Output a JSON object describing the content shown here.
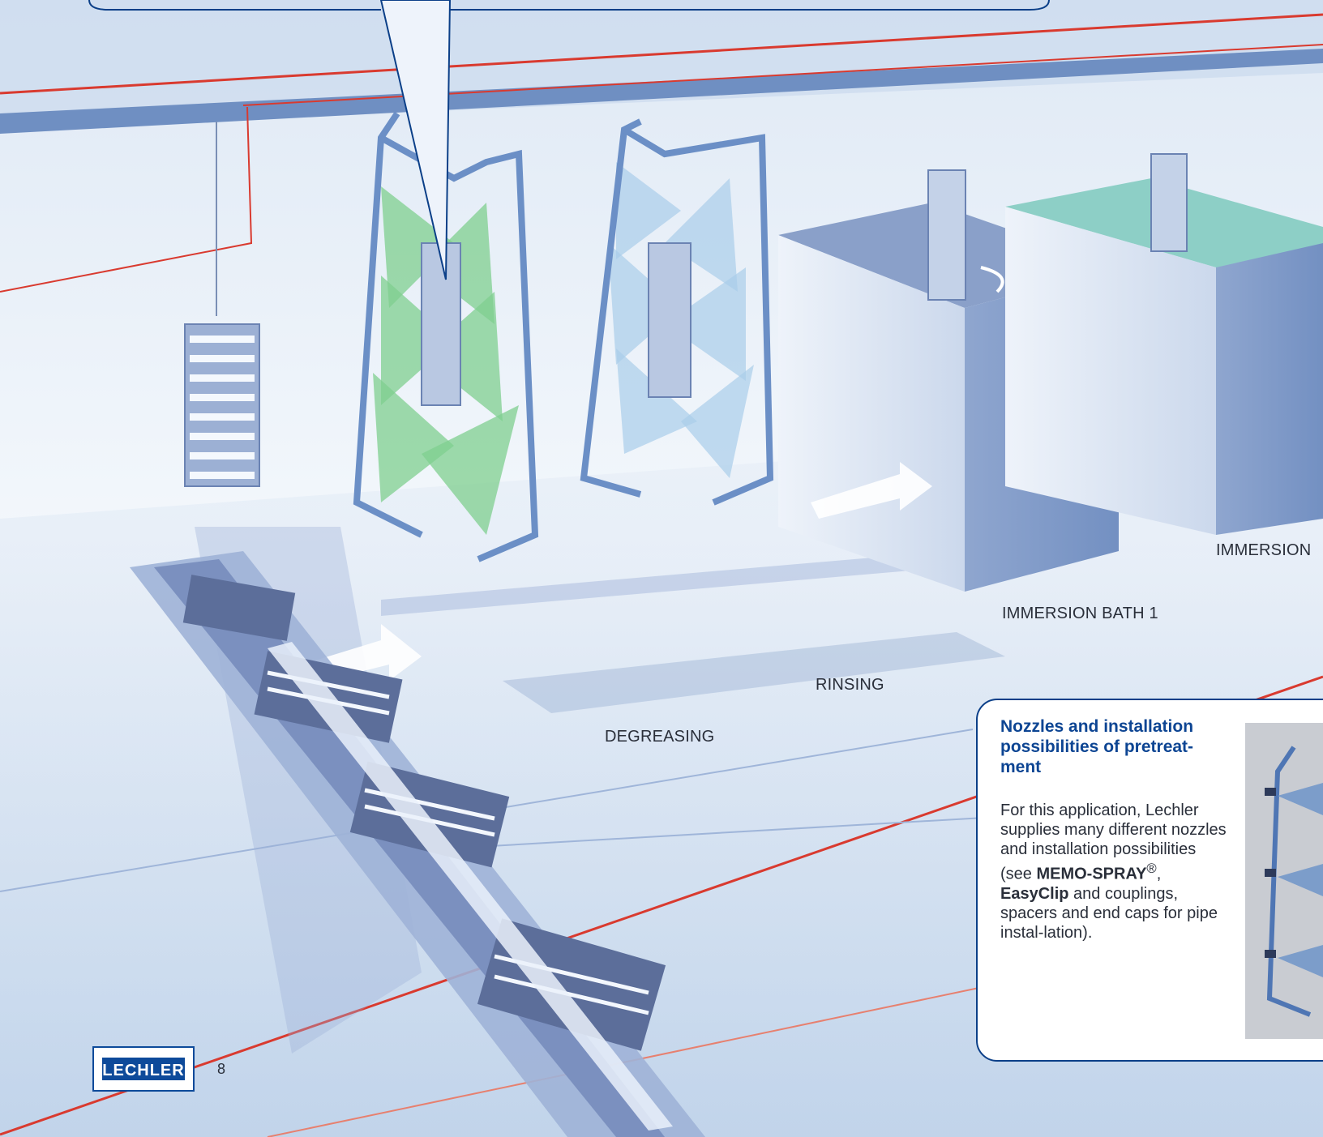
{
  "stages": {
    "degreasing": "DEGREASING",
    "rinsing": "RINSING",
    "immersion_bath_1": "IMMERSION BATH 1",
    "immersion_bath_2": "IMMERSION"
  },
  "info_box": {
    "title": "Nozzles and installation possibilities of pretreat-ment",
    "body_intro": "For this application, Lechler supplies many different nozzles and installation possibilities (see ",
    "memo_spray": "MEMO-SPRAY",
    "registered_mark": "®",
    "separator": ", ",
    "easyclip": "EasyClip",
    "body_outro": "  and couplings, spacers and end caps for pipe instal-lation)."
  },
  "footer": {
    "logo_text": "LECHLER",
    "page_number": "8"
  },
  "colors": {
    "accent_blue": "#0b3f88",
    "accent_red": "#d93a2f",
    "degreasing_spray": "#7fcf8f",
    "rinsing_spray": "#a9cdea"
  }
}
